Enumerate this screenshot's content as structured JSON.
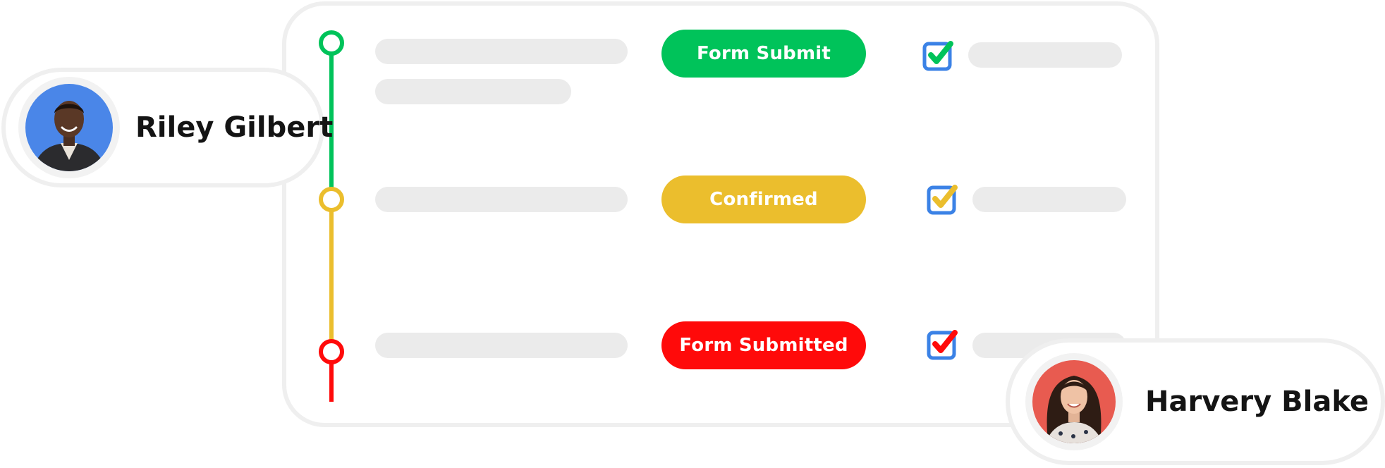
{
  "people": {
    "first": {
      "name": "Riley Gilbert",
      "avatar_bg": "#4a86e8"
    },
    "second": {
      "name": "Harvery Blake",
      "avatar_bg": "#e85b50"
    }
  },
  "timeline": {
    "steps": [
      {
        "status": "Form Submit",
        "color": "#00c35a",
        "checked": true
      },
      {
        "status": "Confirmed",
        "color": "#ebbe2d",
        "checked": true
      },
      {
        "status": "Form Submitted",
        "color": "#ff0a0a",
        "checked": true
      }
    ]
  },
  "colors": {
    "checkbox_border": "#3b82e6",
    "skeleton": "#ebebeb",
    "card_border": "#efefef"
  }
}
